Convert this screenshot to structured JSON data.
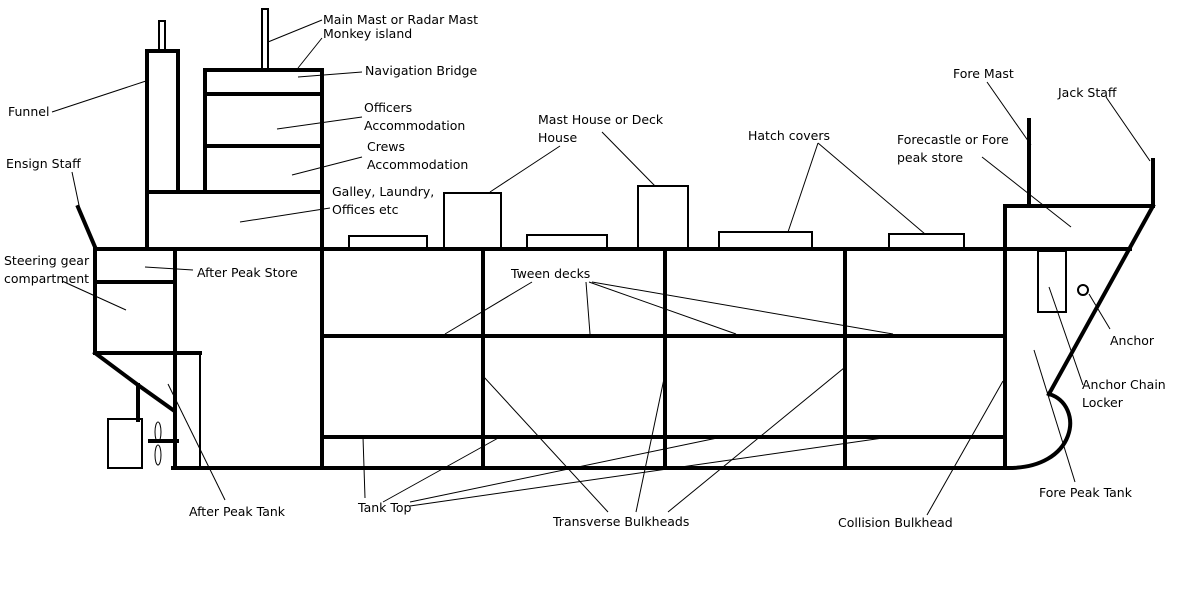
{
  "labels": {
    "main_mast": "Main Mast or Radar Mast",
    "monkey_island": "Monkey island",
    "navigation_bridge": "Navigation Bridge",
    "officers_1": "Officers",
    "officers_2": "Accommodation",
    "crews_1": "Crews",
    "crews_2": "Accommodation",
    "galley_1": "Galley, Laundry,",
    "galley_2": "Offices etc",
    "funnel": "Funnel",
    "ensign_staff": "Ensign Staff",
    "steering_1": "Steering gear",
    "steering_2": "compartment",
    "after_peak_store": "After Peak Store",
    "after_peak_tank": "After Peak Tank",
    "mast_house_1": "Mast House or Deck",
    "mast_house_2": "House",
    "hatch_covers": "Hatch covers",
    "tween_decks": "Tween decks",
    "tank_top": "Tank Top",
    "transverse_bulkheads": "Transverse Bulkheads",
    "collision_bulkhead": "Collision Bulkhead",
    "fore_mast": "Fore Mast",
    "jack_staff": "Jack Staff",
    "forecastle_1": "Forecastle or Fore",
    "forecastle_2": "peak store",
    "anchor": "Anchor",
    "anchor_chain_1": "Anchor Chain",
    "anchor_chain_2": "Locker",
    "fore_peak_tank": "Fore Peak Tank"
  }
}
